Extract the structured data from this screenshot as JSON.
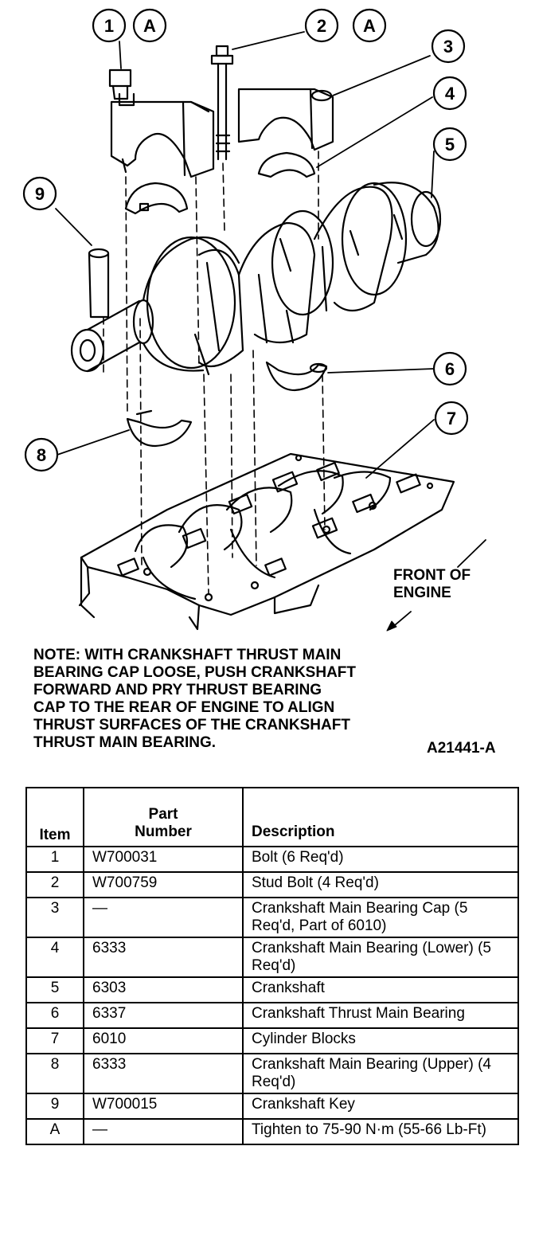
{
  "figure": {
    "callouts": [
      {
        "id": "c1",
        "text": "1"
      },
      {
        "id": "c1a",
        "text": "A"
      },
      {
        "id": "c2",
        "text": "2"
      },
      {
        "id": "c2a",
        "text": "A"
      },
      {
        "id": "c3",
        "text": "3"
      },
      {
        "id": "c4",
        "text": "4"
      },
      {
        "id": "c5",
        "text": "5"
      },
      {
        "id": "c6",
        "text": "6"
      },
      {
        "id": "c7",
        "text": "7"
      },
      {
        "id": "c8",
        "text": "8"
      },
      {
        "id": "c9",
        "text": "9"
      }
    ],
    "front_label": [
      "FRONT OF",
      "ENGINE"
    ],
    "note_lines": [
      "NOTE: WITH CRANKSHAFT THRUST MAIN",
      "BEARING CAP LOOSE, PUSH CRANKSHAFT",
      "FORWARD AND PRY THRUST BEARING",
      "CAP TO THE REAR OF ENGINE TO ALIGN",
      "THRUST SURFACES OF THE CRANKSHAFT",
      "THRUST MAIN BEARING."
    ],
    "figure_id": "A21441-A"
  },
  "table": {
    "headers": {
      "item": "Item",
      "part_line1": "Part",
      "part_line2": "Number",
      "description": "Description"
    },
    "rows": [
      {
        "item": "1",
        "part": "W700031",
        "desc": "Bolt (6 Req'd)"
      },
      {
        "item": "2",
        "part": "W700759",
        "desc": "Stud Bolt (4 Req'd)"
      },
      {
        "item": "3",
        "part": "—",
        "desc": "Crankshaft Main Bearing Cap (5 Req'd, Part of 6010)"
      },
      {
        "item": "4",
        "part": "6333",
        "desc": "Crankshaft Main Bearing (Lower) (5 Req'd)"
      },
      {
        "item": "5",
        "part": "6303",
        "desc": "Crankshaft"
      },
      {
        "item": "6",
        "part": "6337",
        "desc": "Crankshaft Thrust Main Bearing"
      },
      {
        "item": "7",
        "part": "6010",
        "desc": "Cylinder Blocks"
      },
      {
        "item": "8",
        "part": "6333",
        "desc": "Crankshaft Main Bearing (Upper) (4 Req'd)"
      },
      {
        "item": "9",
        "part": "W700015",
        "desc": "Crankshaft Key"
      },
      {
        "item": "A",
        "part": "—",
        "desc": "Tighten to 75-90 N·m (55-66 Lb-Ft)"
      }
    ]
  }
}
